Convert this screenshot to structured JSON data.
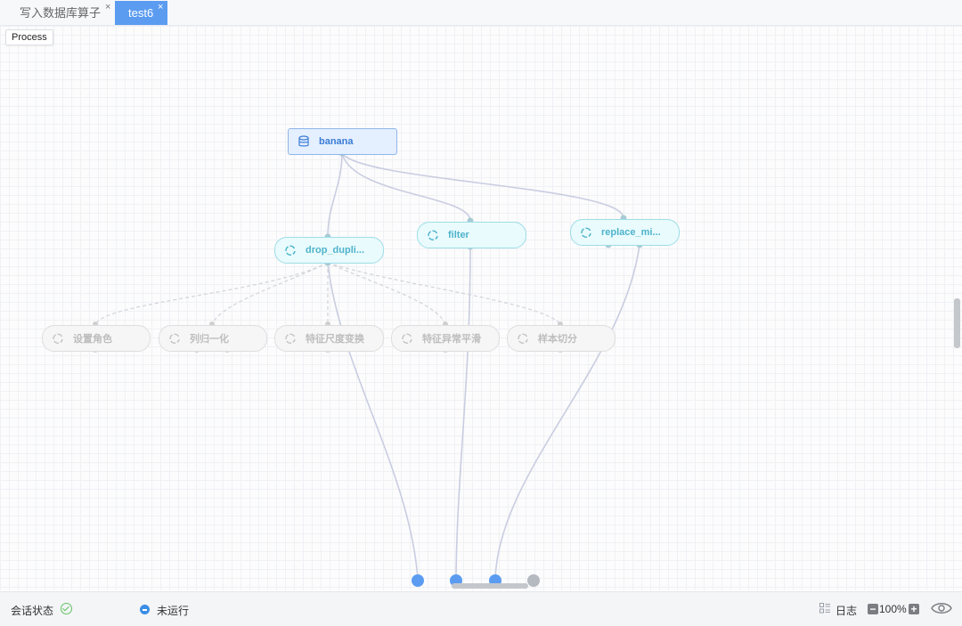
{
  "tabs": [
    {
      "label": "写入数据库算子",
      "close": "×",
      "active": false
    },
    {
      "label": "test6",
      "close": "×",
      "active": true
    }
  ],
  "canvas": {
    "process_label": "Process",
    "nodes": {
      "banana": {
        "label": "banana",
        "icon": "database-icon",
        "state": "source"
      },
      "drop": {
        "label": "drop_dupli...",
        "icon": "refresh-icon",
        "state": "active"
      },
      "filter": {
        "label": "filter",
        "icon": "refresh-icon",
        "state": "active"
      },
      "replace": {
        "label": "replace_mi...",
        "icon": "refresh-icon",
        "state": "active"
      },
      "set_role": {
        "label": "设置角色",
        "icon": "refresh-icon",
        "state": "ghost"
      },
      "normalize": {
        "label": "列归一化",
        "icon": "refresh-icon",
        "state": "ghost"
      },
      "scale": {
        "label": "特征尺度变换",
        "icon": "refresh-icon",
        "state": "ghost"
      },
      "smooth": {
        "label": "特征异常平滑",
        "icon": "refresh-icon",
        "state": "ghost"
      },
      "split": {
        "label": "样本切分",
        "icon": "refresh-icon",
        "state": "ghost"
      }
    },
    "colors": {
      "source_border": "#8fb6ea",
      "active_border": "#9fdde8",
      "ghost_border": "#dedede",
      "edge": "#c9cde0",
      "port": "#a8cbd3",
      "output_port_blue": "#5b9cf1",
      "output_port_gray": "#b5b9c0"
    }
  },
  "statusbar": {
    "session_label": "会话状态",
    "session_icon": "check-circle-icon",
    "run_label": "未运行",
    "run_icon": "minus-circle-icon",
    "log_label": "日志",
    "log_icon": "log-icon",
    "zoom_minus": "−",
    "zoom_value": "100%",
    "zoom_plus": "+",
    "eye_icon": "eye-icon"
  }
}
